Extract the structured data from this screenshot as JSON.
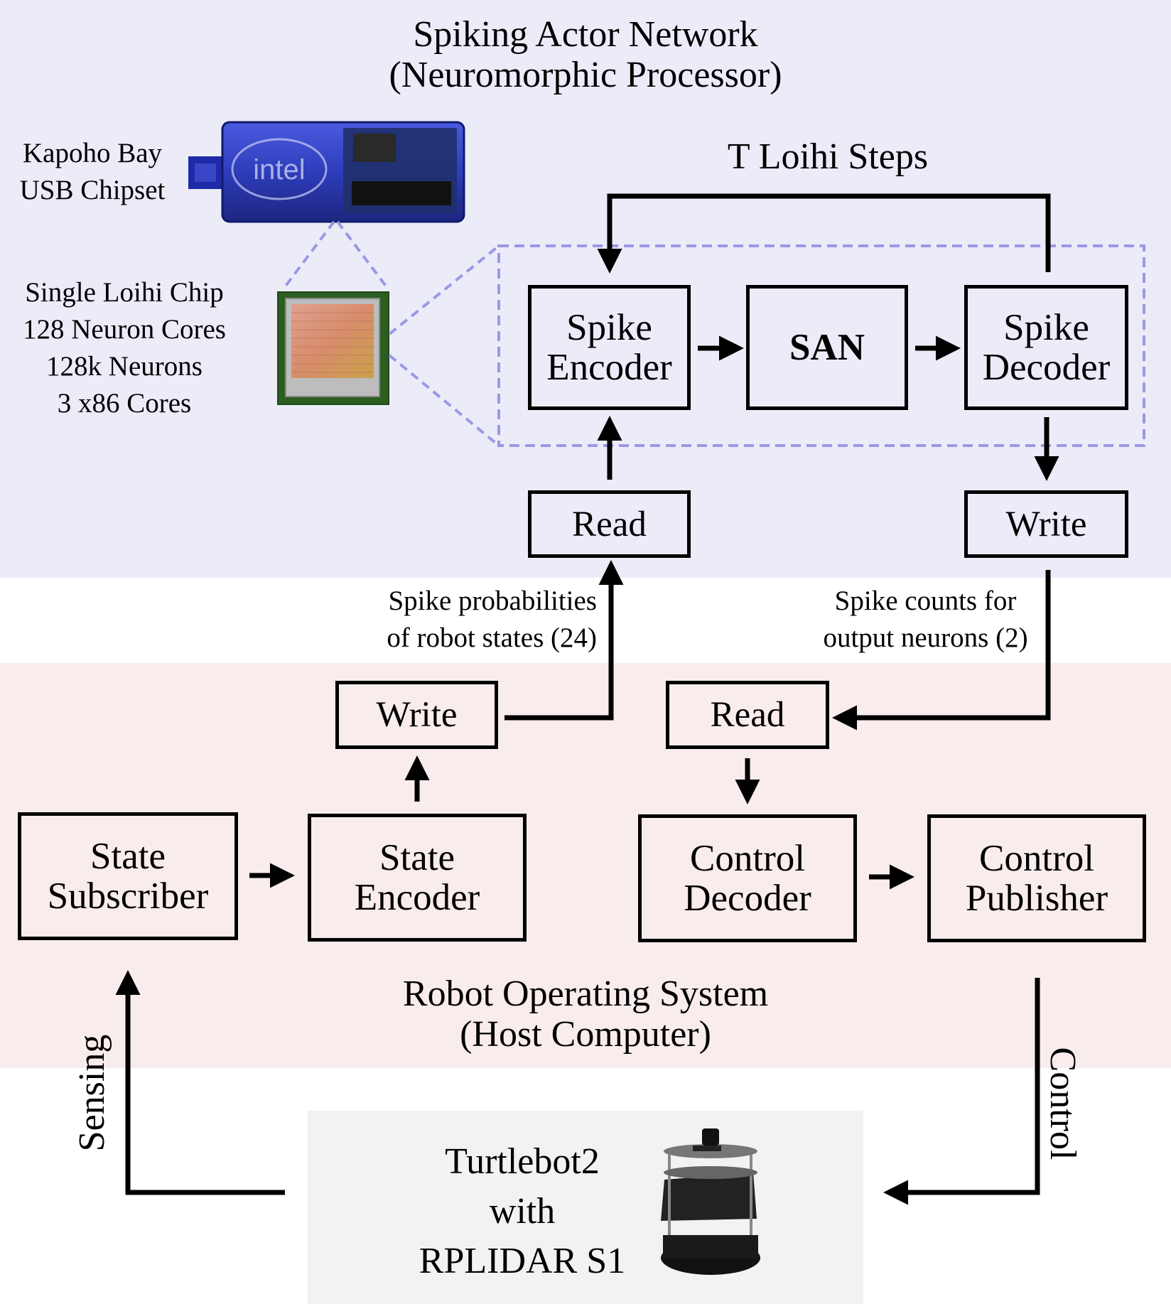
{
  "regions": {
    "loihi": {
      "title_line1": "Spiking Actor Network",
      "title_line2": "(Neuromorphic Processor)"
    },
    "ros": {
      "title_line1": "Robot Operating System",
      "title_line2": "(Host Computer)"
    }
  },
  "hardware": {
    "usb_label_line1": "Kapoho Bay",
    "usb_label_line2": "USB Chipset",
    "usb_logo_text": "intel",
    "chip_line1": "Single Loihi Chip",
    "chip_line2": "128 Neuron Cores",
    "chip_line3": "128k Neurons",
    "chip_line4": "3 x86 Cores"
  },
  "loop_label": "T Loihi Steps",
  "boxes": {
    "spike_encoder": "Spike\nEncoder",
    "san": "SAN",
    "spike_decoder": "Spike\nDecoder",
    "loihi_read": "Read",
    "loihi_write": "Write",
    "ros_write": "Write",
    "ros_read": "Read",
    "state_subscriber": "State\nSubscriber",
    "state_encoder": "State\nEncoder",
    "control_decoder": "Control\nDecoder",
    "control_publisher": "Control\nPublisher"
  },
  "annotations": {
    "spike_prob_line1": "Spike probabilities",
    "spike_prob_line2": "of robot states (24)",
    "spike_counts_line1": "Spike counts for",
    "spike_counts_line2": "output neurons (2)"
  },
  "robot": {
    "line1": "Turtlebot2",
    "line2": "with",
    "line3": "RPLIDAR S1"
  },
  "side_labels": {
    "sensing": "Sensing",
    "control": "Control"
  },
  "colors": {
    "loihi_bg": "#ecebf8",
    "ros_bg": "#f8ecec",
    "robot_bg": "#f2f2f2",
    "dashed_outline": "#9b98e6",
    "usb_body": "#2e3dbb"
  }
}
